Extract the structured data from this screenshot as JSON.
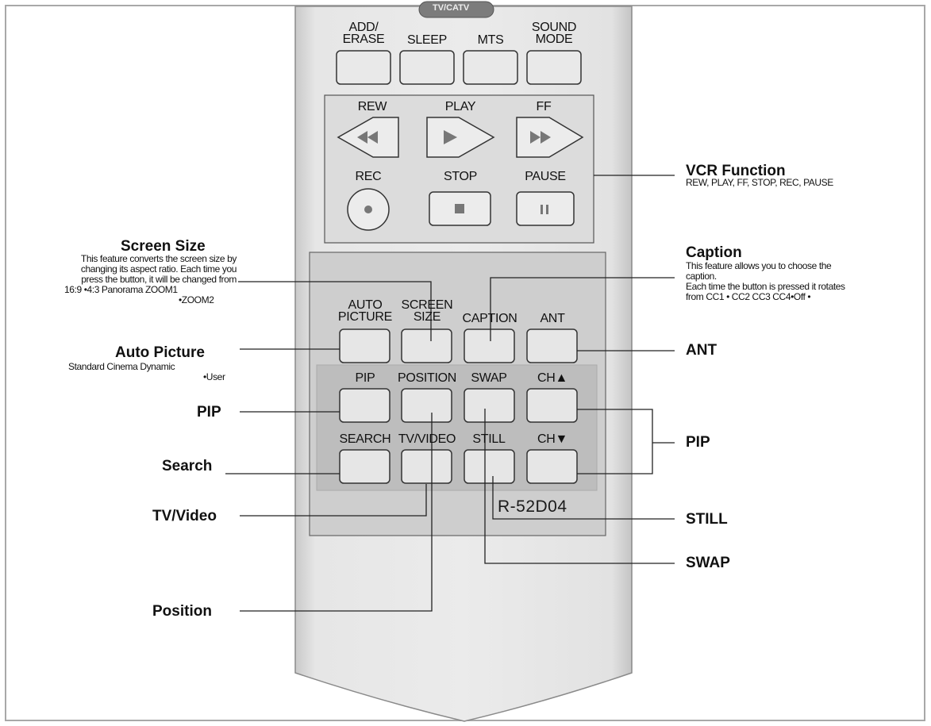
{
  "remote": {
    "top_tab_label": "TV/CATV",
    "model": "R-52D04",
    "row1": {
      "add_erase": [
        "ADD/",
        "ERASE"
      ],
      "sleep": "SLEEP",
      "mts": "MTS",
      "sound_mode": [
        "SOUND",
        "MODE"
      ]
    },
    "vcr": {
      "rew": "REW",
      "play": "PLAY",
      "ff": "FF",
      "rec": "REC",
      "stop": "STOP",
      "pause": "PAUSE"
    },
    "panel": {
      "auto_picture": [
        "AUTO",
        "PICTURE"
      ],
      "screen_size": [
        "SCREEN",
        "SIZE"
      ],
      "caption": "CAPTION",
      "ant": "ANT",
      "pip": "PIP",
      "position": "POSITION",
      "swap": "SWAP",
      "ch_up": "CH▲",
      "search": "SEARCH",
      "tv_video": "TV/VIDEO",
      "still": "STILL",
      "ch_down": "CH▼"
    }
  },
  "callouts": {
    "vcr_function": {
      "title": "VCR Function",
      "desc": "REW, PLAY, FF, STOP, REC, PAUSE"
    },
    "screen_size": {
      "title": "Screen Size",
      "desc": [
        "This feature converts the screen size by",
        "changing its aspect ratio. Each time you",
        "press the button, it will be changed from",
        "16:9   •4:3 Panorama ZOOM1",
        "•ZOOM2"
      ]
    },
    "caption": {
      "title": "Caption",
      "desc": [
        "This feature allows you to choose the",
        "caption.",
        "Each time the button is pressed it rotates",
        "from CC1   • CC2 CC3 CC4•Off        •"
      ]
    },
    "auto_picture": {
      "title": "Auto Picture",
      "desc": [
        "Standard Cinema Dynamic",
        "•User"
      ]
    },
    "ant": {
      "title": "ANT"
    },
    "pip_left": {
      "title": "PIP"
    },
    "pip_right": {
      "title": "PIP"
    },
    "search": {
      "title": "Search"
    },
    "tv_video": {
      "title": "TV/Video"
    },
    "still": {
      "title": "STILL"
    },
    "swap": {
      "title": "SWAP"
    },
    "position": {
      "title": "Position"
    }
  }
}
